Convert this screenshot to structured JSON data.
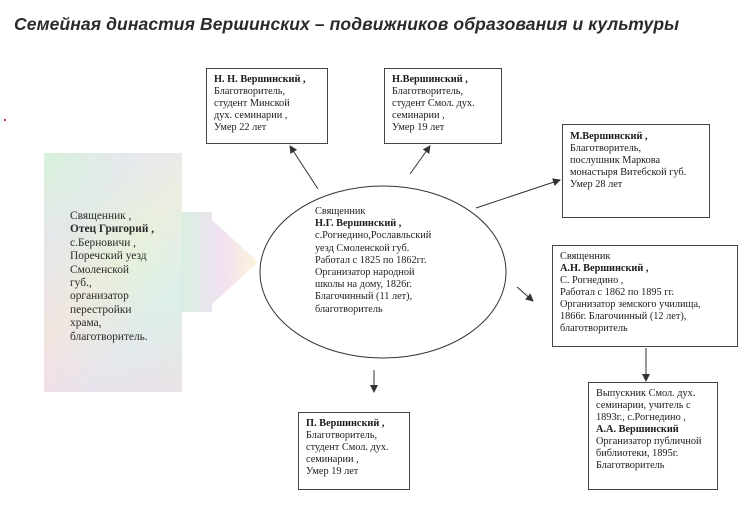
{
  "title": "Семейная династия Вершинских – подвижников образования и культуры",
  "founder": {
    "lines": [
      "Священник ,"
    ],
    "name": "Отец Григорий ,",
    "rest": [
      "с.Берновичи ,",
      "Поречский уезд",
      "Смоленской",
      "губ.,",
      "организатор",
      "перестройки",
      "храма,",
      "благотворитель."
    ]
  },
  "center": {
    "lines": [
      "Священник"
    ],
    "name": "Н.Г. Вершинский ,",
    "rest": [
      "с.Рогнедино,Рославльский",
      "уезд Смоленской губ.",
      "Работал с 1825 по 1862гг.",
      "Организатор народной",
      "школы на дому, 1826г.",
      "Благочинный (11 лет),",
      "благотворитель"
    ]
  },
  "boxes": {
    "nn": {
      "name": "Н. Н. Вершинский ,",
      "rest": [
        "Благотворитель,",
        "студент Минской",
        "дух. семинарии ,",
        "Умер 22 лет"
      ]
    },
    "nv": {
      "name": "Н.Вершинский ,",
      "rest": [
        "Благотворитель,",
        "студент Смол. дух.",
        "семинарии ,",
        "Умер 19 лет"
      ]
    },
    "mv": {
      "name": "М.Вершинский ,",
      "rest": [
        "Благотворитель,",
        "послушник Маркова",
        "монастыря Витебской губ.",
        "Умер 28 лет"
      ]
    },
    "an": {
      "lines": [
        "Священник"
      ],
      "name": "А.Н. Вершинский ,",
      "rest": [
        "С. Рогнедино ,",
        "Работал с 1862 по 1895 гг.",
        "Организатор земского училища,",
        "1866г. Благочинный (12 лет),",
        "благотворитель"
      ]
    },
    "pv": {
      "name": "П. Вершинский ,",
      "rest": [
        "Благотворитель,",
        "студент Смол. дух.",
        "семинарии ,",
        "Умер 19 лет"
      ]
    },
    "aa": {
      "lines": [
        "Выпускник   Смол. дух.",
        "семинарии, учитель с",
        "1893г., с.Рогнедино ,"
      ],
      "name": "А.А. Вершинский",
      "rest": [
        "Организатор  публичной",
        "библиотеки, 1895г.",
        "Благотворитель"
      ]
    }
  }
}
